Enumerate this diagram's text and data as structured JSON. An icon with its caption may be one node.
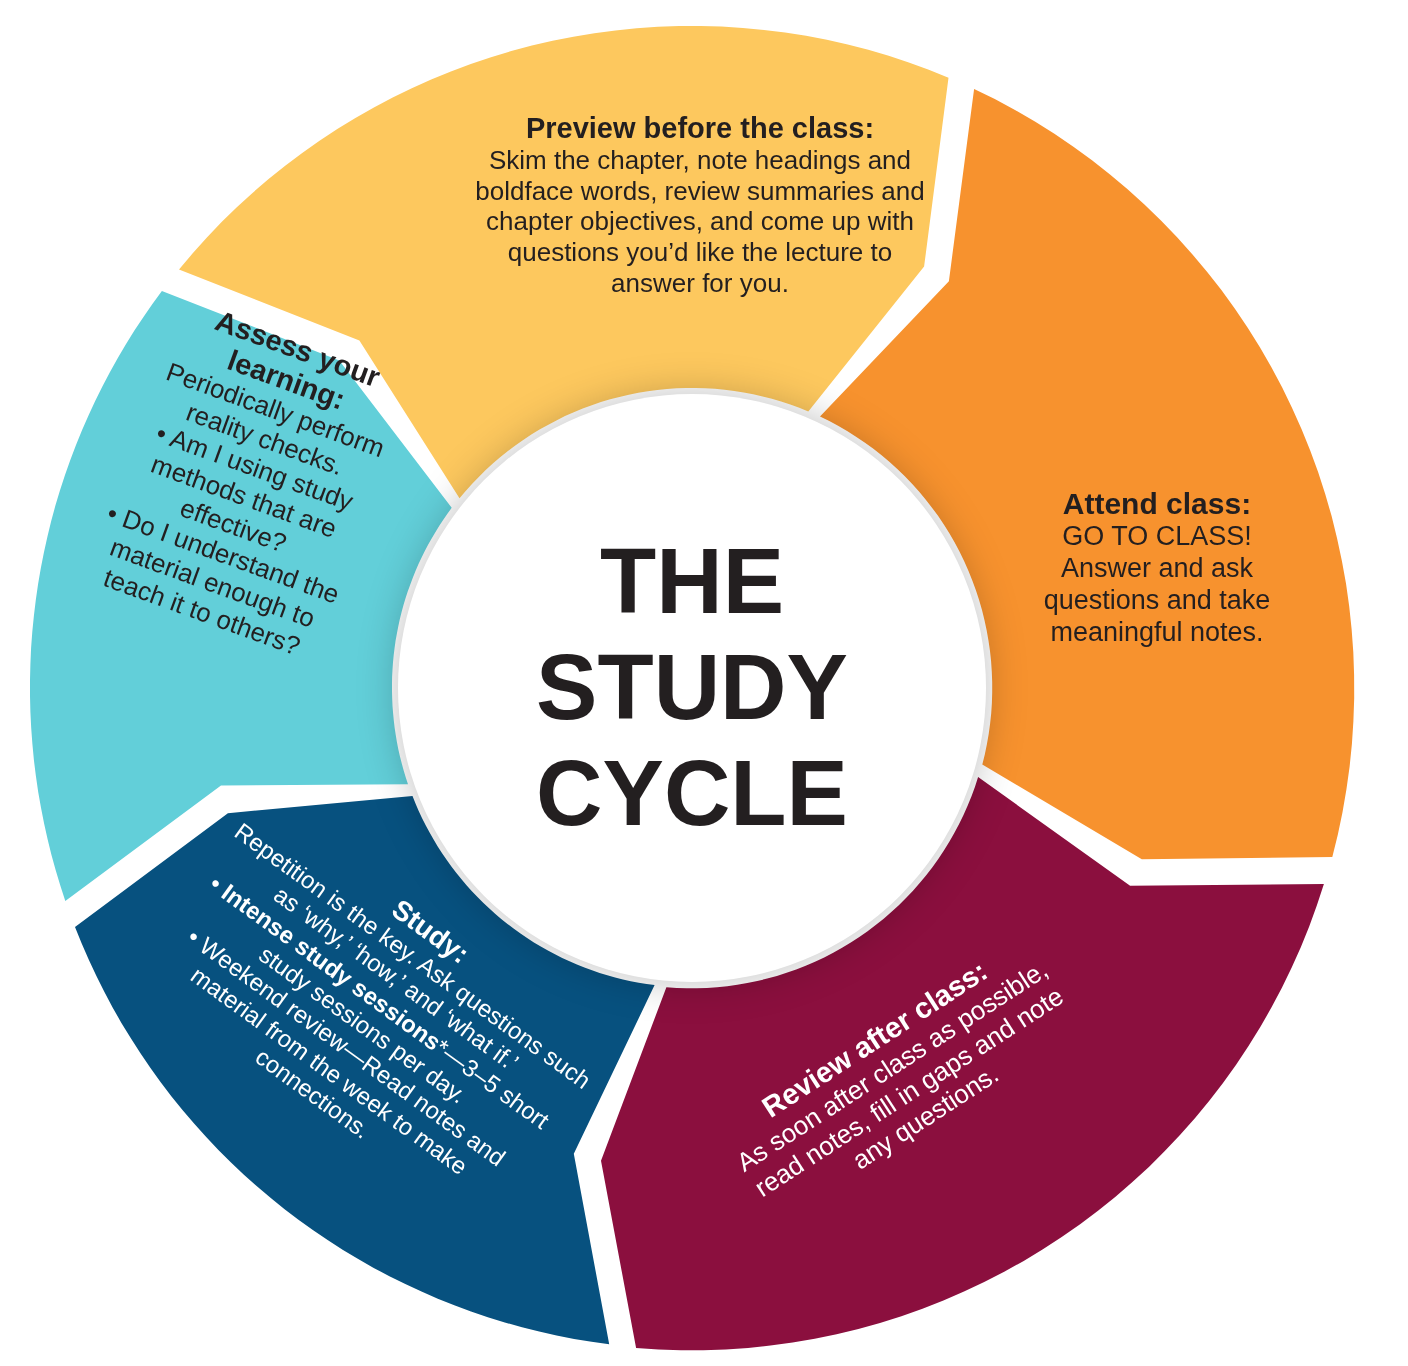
{
  "diagram": {
    "nodes": [
      {
        "text": [
          "Preview before the class:",
          "Skim the chapter, note headings and boldface words, review summaries and chapter objectives, and come up with questions you’d like the lecture to answer for you."
        ]
      },
      {
        "text": [
          "Attend class:",
          "GO TO CLASS! Answer and ask questions and take meaningful notes."
        ]
      },
      {
        "text": [
          "Review after class:",
          "As soon after class as possible, read notes, fill in gaps and note any questions."
        ]
      },
      {
        "text": [
          "Study:",
          "Repetition is the key. Ask questions such as ‘why,’ ‘how,’ and ‘what if.’",
          "• **Intense study sessions***—3–5 short study sessions per day.",
          "• Weekend review—Read notes and material from the week to make connections."
        ]
      },
      {
        "text": [
          "Assess your learning:",
          "Periodically perform reality checks.",
          "• Am I using study methods that are effective?",
          "• Do I understand the material enough to teach it to others?"
        ]
      },
      {
        "text": [
          "THE STUDY CYCLE"
        ]
      }
    ]
  }
}
